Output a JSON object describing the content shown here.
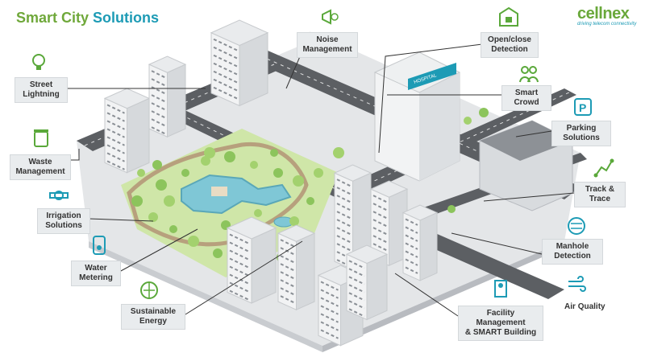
{
  "header": {
    "title_part1": "Smart City",
    "title_part2": "Solutions"
  },
  "brand": {
    "name": "cellnex",
    "tagline": "driving telecom connectivity"
  },
  "building_sign": "HOSPITAL",
  "labels": {
    "street_lightning": [
      "Street",
      "Lightning"
    ],
    "waste_management": [
      "Waste",
      "Management"
    ],
    "irrigation_solutions": [
      "Irrigation",
      "Solutions"
    ],
    "water_metering": [
      "Water",
      "Metering"
    ],
    "sustainable_energy": [
      "Sustainable",
      "Energy"
    ],
    "noise_management": [
      "Noise",
      "Management"
    ],
    "open_close_detection": [
      "Open/close",
      "Detection"
    ],
    "smart_crowd": [
      "Smart",
      "Crowd"
    ],
    "parking_solutions": [
      "Parking",
      "Solutions"
    ],
    "track_trace": [
      "Track &",
      "Trace"
    ],
    "manhole_detection": [
      "Manhole",
      "Detection"
    ],
    "air_quality": [
      "Air",
      "Quality"
    ],
    "facility_management": [
      "Facility",
      "Management",
      "& SMART Building"
    ]
  },
  "colors": {
    "title_green": "#6fa83a",
    "title_blue": "#1d9bb5",
    "icon_green": "#5aa83a",
    "icon_blue": "#1d9bb5",
    "ground": "#e4e6e8",
    "road": "#5c5f63",
    "park_grass": "#cfe6a8",
    "water": "#7fc7d6",
    "building": "#f2f3f4"
  }
}
